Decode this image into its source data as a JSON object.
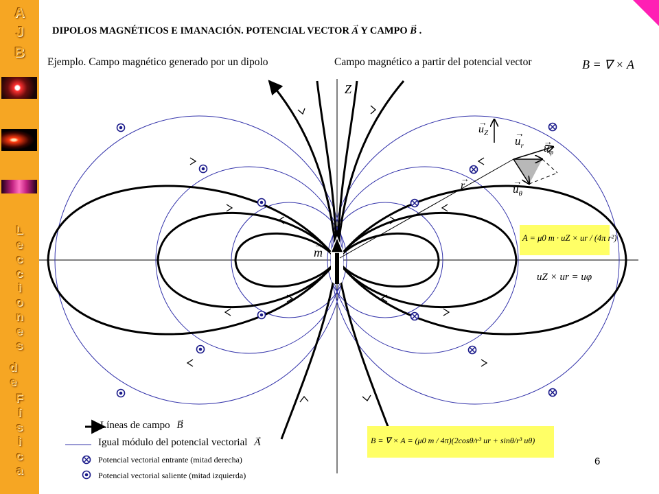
{
  "sidebar": {
    "top_letters": [
      "A",
      "J",
      "B"
    ],
    "vertical_text": [
      "L",
      "e",
      "c",
      "c",
      "i",
      "o",
      "n",
      "e",
      "s",
      "d",
      "e",
      "F",
      "í",
      "s",
      "i",
      "c",
      "a"
    ],
    "colors": {
      "background": "#f6a623",
      "text_shadow": "#8a4b00"
    }
  },
  "header": {
    "title": "DIPOLOS MAGNÉTICOS E IMANACIÓN. POTENCIAL VECTOR",
    "title_vec_a": "A",
    "title_mid": "Y CAMPO",
    "title_vec_b": "B",
    "title_end": "."
  },
  "subtitles": {
    "left": "Ejemplo. Campo magnético generado por un dipolo",
    "right": "Campo magnético a partir del potencial vector"
  },
  "diagram": {
    "axis_label_z": "Z",
    "dipole_label": "m",
    "unit_uz": "u",
    "unit_uz_sub": "Z",
    "unit_ur": "u",
    "unit_ur_sub": "r",
    "unit_uphi": "u",
    "unit_uphi_sub": "φ",
    "unit_utheta": "u",
    "unit_utheta_sub": "θ",
    "position_vector": "r",
    "colors": {
      "field_lines": "#000000",
      "potential_lines": "#3333aa",
      "markers": "#1a1a8a",
      "formula_bg": "#ffff66"
    }
  },
  "formulas": {
    "curl_def": "B = ∇ × A",
    "potential": "A = μ0 m · uZ × ur / (4π r²)",
    "cross_identity": "uZ × ur = uφ",
    "field": "B = ∇ × A = (μ0 m / 4π)(2cosθ/r³ ur + sinθ/r³ uθ)"
  },
  "legend": {
    "field_lines": "Líneas de campo",
    "field_lines_vec": "B",
    "equal_modulus": "Igual módulo del potencial vectorial",
    "equal_modulus_vec": "A",
    "entering": "Potencial vectorial entrante (mitad derecha)",
    "exiting": "Potencial vectorial saliente (mitad izquierda)"
  },
  "page_number": "6"
}
